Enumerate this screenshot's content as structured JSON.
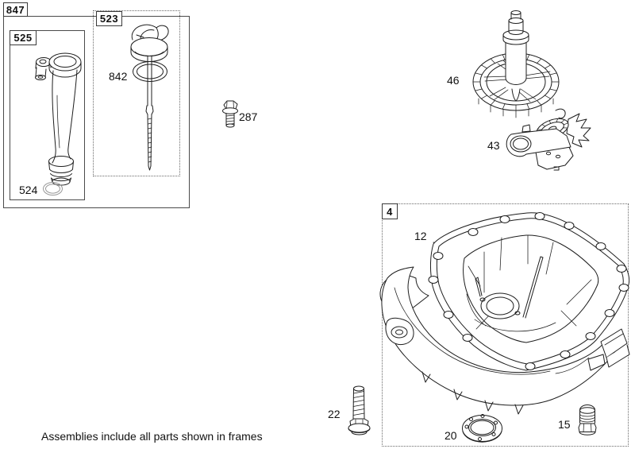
{
  "page": {
    "background_color": "#ffffff",
    "line_color": "#1d1d1d",
    "footer_note": "Assemblies include all parts shown in frames"
  },
  "frames": {
    "f847": {
      "label": "847"
    },
    "f525": {
      "label": "525"
    },
    "f523": {
      "label": "523"
    },
    "f4": {
      "label": "4"
    }
  },
  "part_labels": {
    "p524": "524",
    "p842": "842",
    "p287": "287",
    "p46": "46",
    "p43": "43",
    "p12": "12",
    "p22": "22",
    "p20": "20",
    "p15": "15"
  }
}
